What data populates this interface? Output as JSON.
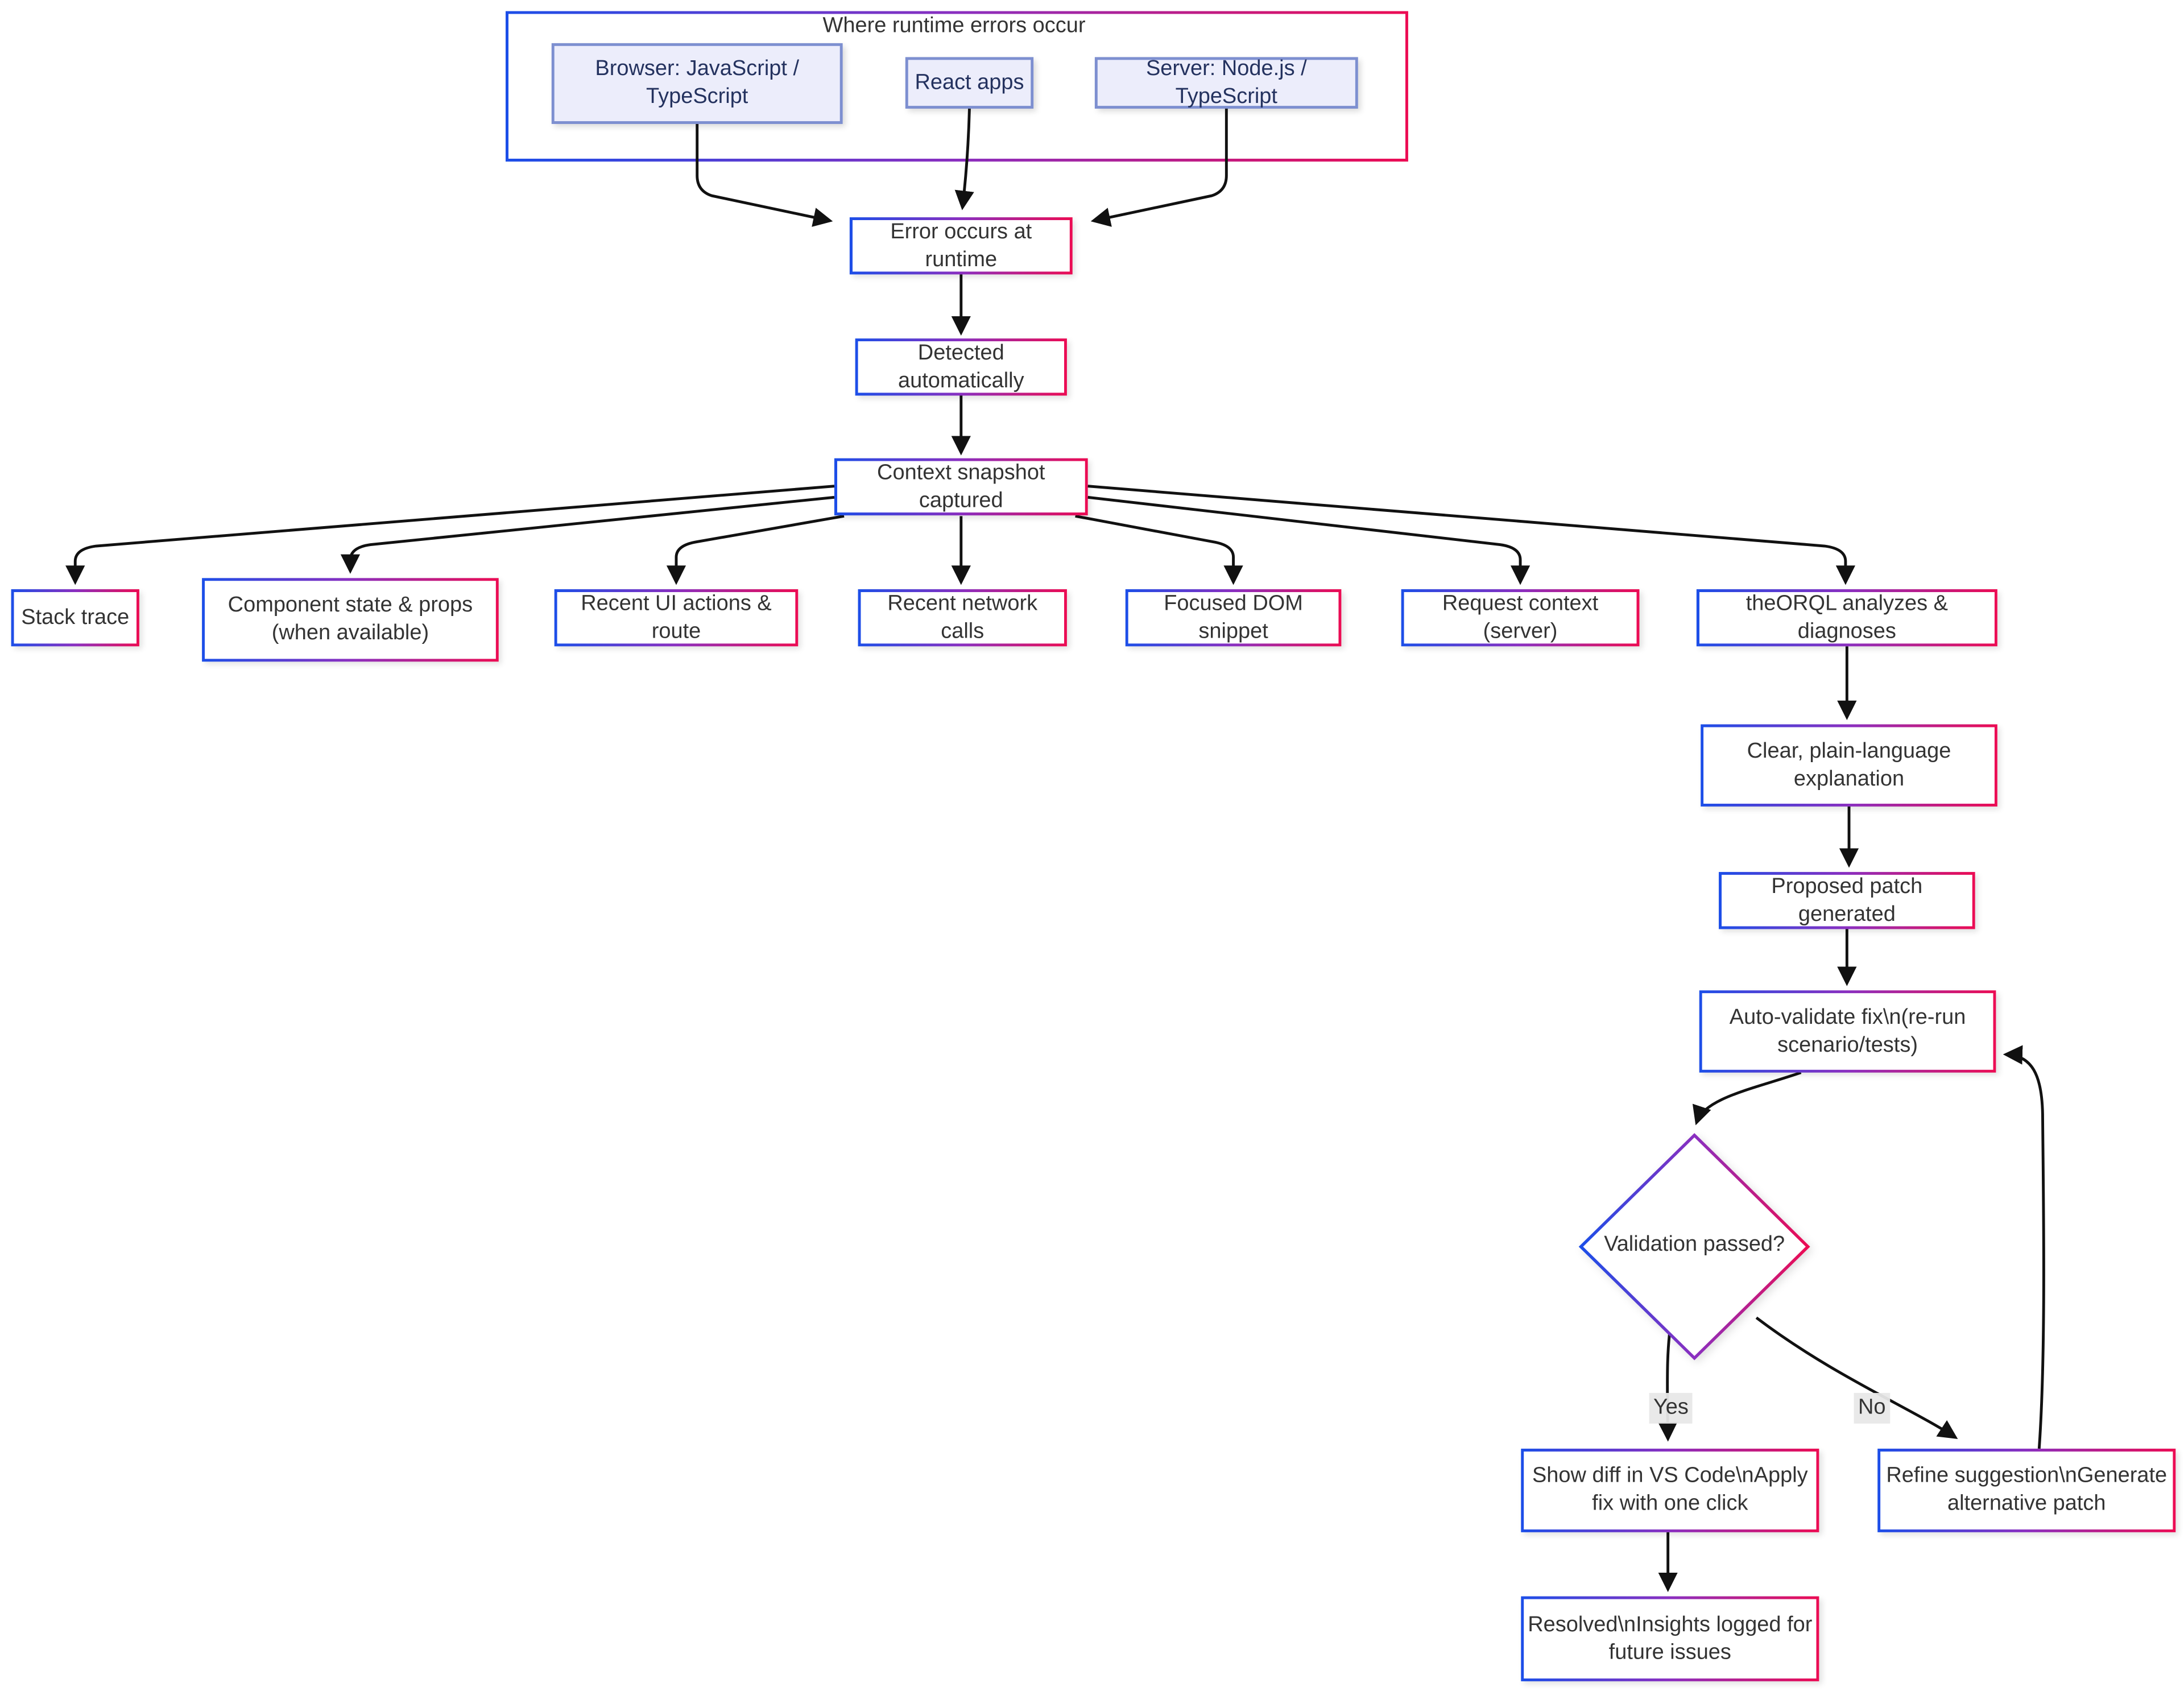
{
  "cluster": {
    "label": "Where runtime errors occur"
  },
  "nodes": {
    "browser": "Browser: JavaScript / TypeScript",
    "react": "React apps",
    "server": "Server: Node.js / TypeScript",
    "error": "Error occurs at runtime",
    "detected": "Detected automatically",
    "context": "Context snapshot captured",
    "stack": "Stack trace",
    "component": "Component state & props (when available)",
    "uiactions": "Recent UI actions & route",
    "network": "Recent network calls",
    "dom": "Focused DOM snippet",
    "reqctx": "Request context (server)",
    "analyze": "theORQL analyzes & diagnoses",
    "explain": "Clear, plain-language explanation",
    "patch": "Proposed patch generated",
    "validate": "Auto-validate fix\\n(re-run scenario/tests)",
    "decision": "Validation passed?",
    "showdiff": "Show diff in VS Code\\nApply fix with one click",
    "refine": "Refine suggestion\\nGenerate alternative patch",
    "resolved": "Resolved\\nInsights logged for future issues"
  },
  "edge_labels": {
    "yes": "Yes",
    "no": "No"
  },
  "colors": {
    "border_gradient_start": "#1c4ee8",
    "border_gradient_mid": "#8a2fc0",
    "border_gradient_end": "#ec0c53",
    "node_fill": "#ffffff",
    "node_text": "#333333",
    "source_node_fill": "#ecedfb",
    "source_node_border": "#7d8fd0",
    "source_node_text": "#24325f",
    "edge_color": "#111111",
    "edge_label_background": "#e8e8e8",
    "background": "#ffffff"
  }
}
